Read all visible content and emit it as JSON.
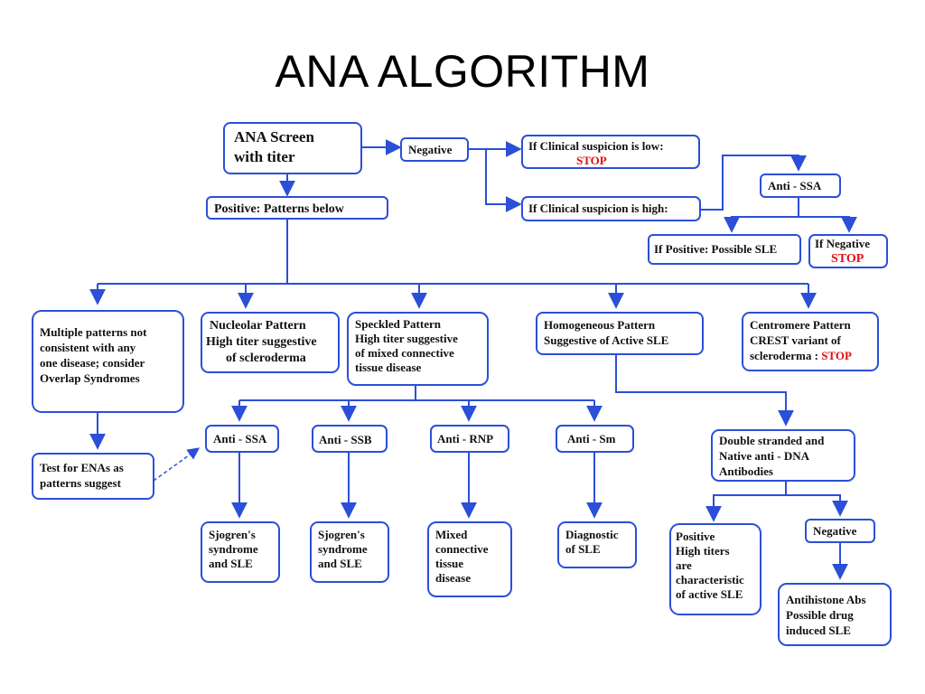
{
  "title": "ANA ALGORITHM",
  "colors": {
    "line": "#2b4fd8",
    "stop": "#e01010",
    "text": "#111111"
  },
  "nodes": {
    "screen": [
      "ANA Screen",
      "with titer"
    ],
    "negative": "Negative",
    "positive": "Positive: Patterns below",
    "low": {
      "text": "If Clinical suspicion is low:",
      "stop": "STOP"
    },
    "high": "If Clinical suspicion is high:",
    "ssa_top": "Anti - SSA",
    "if_pos_sle": "If Positive: Possible SLE",
    "if_neg": {
      "text": "If Negative",
      "stop": "STOP"
    },
    "multiple": [
      "Multiple patterns not",
      "consistent with any",
      "one disease; consider",
      "Overlap Syndromes"
    ],
    "nucleolar": [
      "Nucleolar Pattern",
      "High titer suggestive",
      "of scleroderma"
    ],
    "speckled": [
      "Speckled Pattern",
      "High titer suggestive",
      "of mixed connective",
      "tissue disease"
    ],
    "homogeneous": [
      "Homogeneous Pattern",
      "Suggestive of Active SLE"
    ],
    "centromere": {
      "lines": [
        "Centromere Pattern",
        "CREST variant of"
      ],
      "last": "scleroderma : ",
      "stop": "STOP"
    },
    "test_enas": [
      "Test for ENAs as",
      "patterns suggest"
    ],
    "anti_ssa": "Anti - SSA",
    "anti_ssb": "Anti - SSB",
    "anti_rnp": "Anti - RNP",
    "anti_sm": "Anti - Sm",
    "double": [
      "Double stranded and",
      "Native anti - DNA",
      "Antibodies"
    ],
    "sjogren1": [
      "Sjogren's",
      "syndrome",
      "and SLE"
    ],
    "sjogren2": [
      "Sjogren's",
      "syndrome",
      "and SLE"
    ],
    "mixed": [
      "Mixed",
      "connective",
      "tissue",
      "disease"
    ],
    "diag_sle": [
      "Diagnostic",
      "of SLE"
    ],
    "positive_high": [
      "Positive",
      "High titers",
      "are",
      "characteristic",
      "of active SLE"
    ],
    "negative2": "Negative",
    "antihistone": [
      "Antihistone Abs",
      "Possible drug",
      "induced SLE"
    ]
  }
}
